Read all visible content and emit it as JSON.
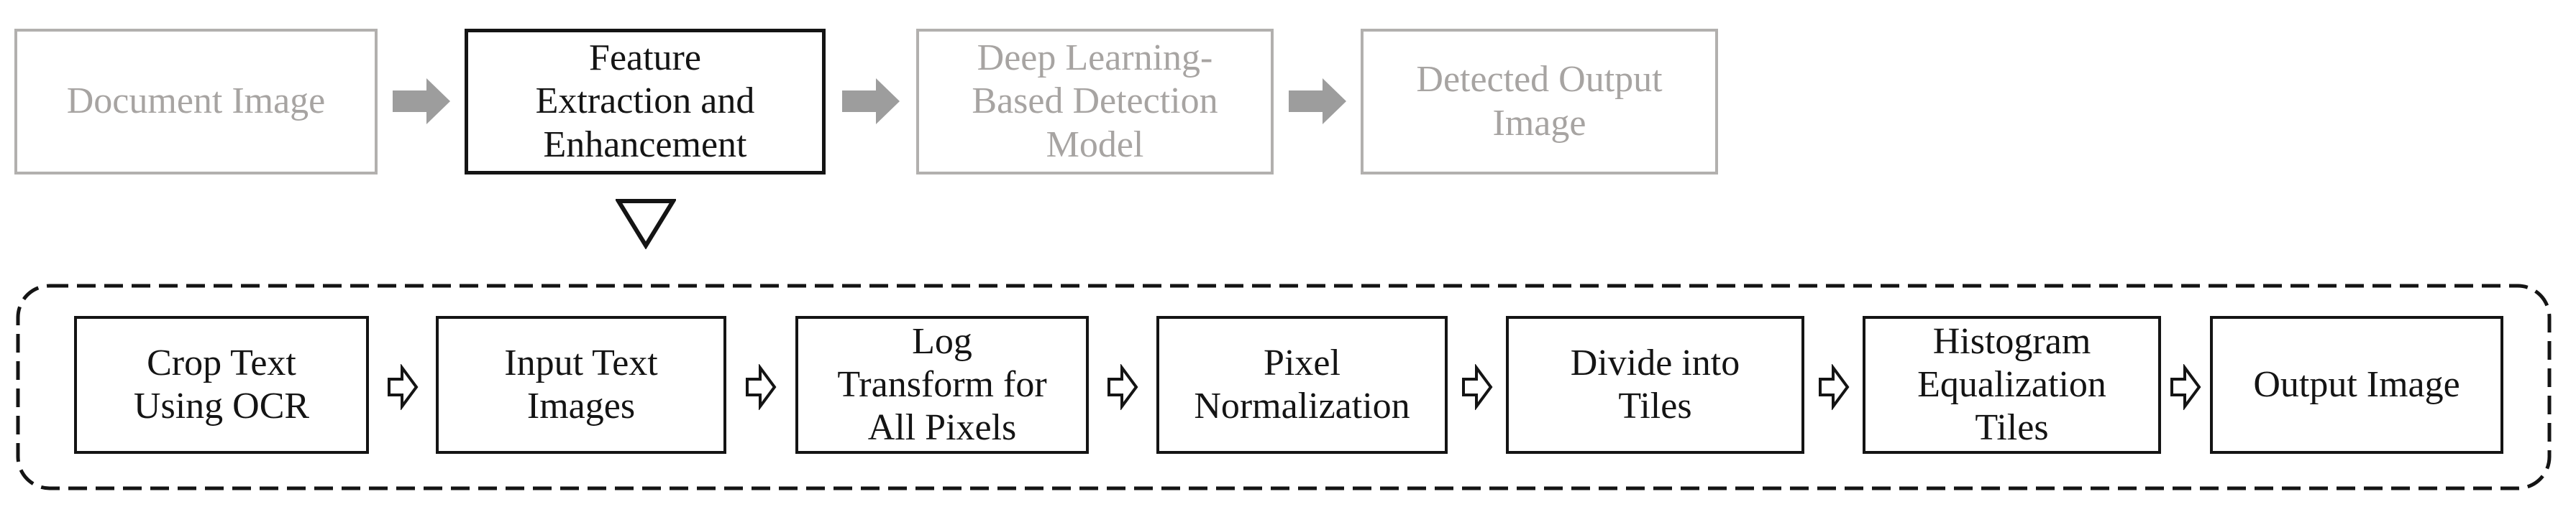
{
  "diagram": {
    "title": "Document text detection pipeline with feature extraction and enhancement sub-flow",
    "colors": {
      "inactive_gray_text": "#a7a4a2",
      "inactive_gray_border": "#b2b0ae",
      "solid_arrow_gray": "#9d9d9d",
      "active_black": "#141414",
      "background": "#ffffff"
    },
    "icons": {
      "solid_arrow": "right-block-arrow",
      "hollow_arrow": "hollow-right-block-arrow",
      "expand_marker": "hollow-down-triangle"
    },
    "top_row": {
      "boxes": [
        {
          "label": "Document Image",
          "state": "inactive"
        },
        {
          "label": "Feature\nExtraction and\nEnhancement",
          "state": "active"
        },
        {
          "label": "Deep Learning-\nBased Detection\nModel",
          "state": "inactive"
        },
        {
          "label": "Detected Output\nImage",
          "state": "inactive"
        }
      ]
    },
    "sub_flow": {
      "boxes": [
        {
          "label": "Crop Text\nUsing OCR"
        },
        {
          "label": "Input Text\nImages"
        },
        {
          "label": "Log\nTransform for\nAll Pixels"
        },
        {
          "label": "Pixel\nNormalization"
        },
        {
          "label": "Divide into\nTiles"
        },
        {
          "label": "Histogram\nEqualization\nTiles"
        },
        {
          "label": "Output Image"
        }
      ]
    }
  }
}
